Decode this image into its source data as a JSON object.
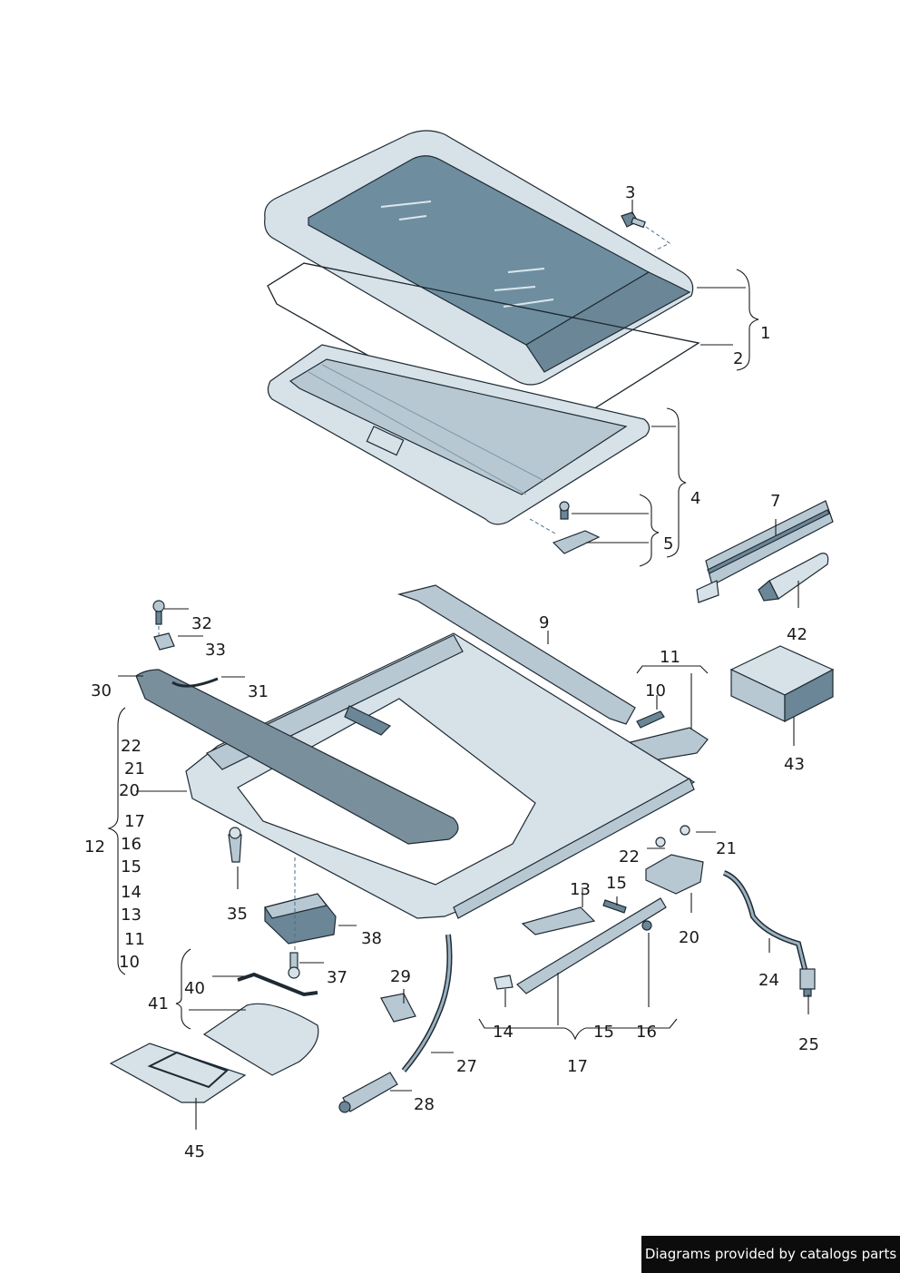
{
  "title": "",
  "credit": "Diagrams provided by catalogs parts",
  "callouts": {
    "n1": "1",
    "n2": "2",
    "n3": "3",
    "n4": "4",
    "n5": "5",
    "n7": "7",
    "n9": "9",
    "n10": "10",
    "n11": "11",
    "n12": "12",
    "n13": "13",
    "n15": "15",
    "n20": "20",
    "n21": "21",
    "n22": "22",
    "n24": "24",
    "n25": "25",
    "n27": "27",
    "n28": "28",
    "n29": "29",
    "n30": "30",
    "n31": "31",
    "n32": "32",
    "n33": "33",
    "n35": "35",
    "n37": "37",
    "n38": "38",
    "n40": "40",
    "n41": "41",
    "n42": "42",
    "n43": "43",
    "n45": "45",
    "g12": [
      "22",
      "21",
      "20",
      "17",
      "16",
      "15",
      "14",
      "13",
      "11",
      "10"
    ],
    "g17": [
      "14",
      "15",
      "16"
    ],
    "g17_total": "17"
  }
}
